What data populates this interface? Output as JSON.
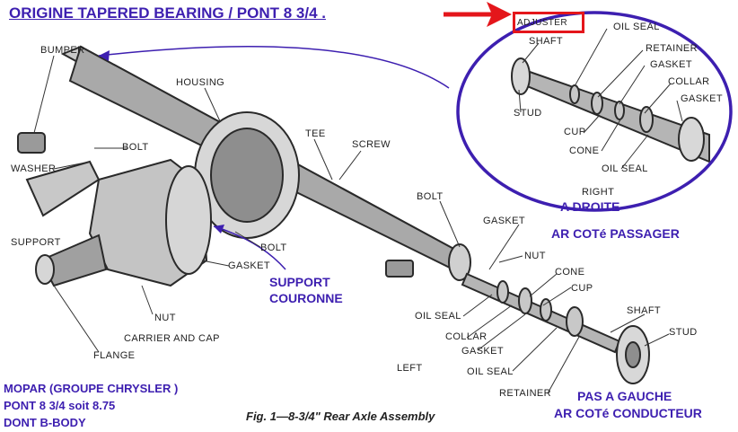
{
  "title": "ORIGINE TAPERED BEARING / PONT 8 3/4 .",
  "figure_caption": "Fig. 1—8-3/4\" Rear Axle Assembly",
  "labels": {
    "bumper": "BUMPER",
    "housing": "HOUSING",
    "bolt_top": "BOLT",
    "washer": "WASHER",
    "support": "SUPPORT",
    "tee": "TEE",
    "screw": "SCREW",
    "bolt_mid": "BOLT",
    "gasket_mid": "GASKET",
    "nut_left": "NUT",
    "carrier_and_cap": "CARRIER AND CAP",
    "flange": "FLANGE",
    "bolt_right": "BOLT",
    "gasket_right": "GASKET",
    "nut_right": "NUT",
    "cone_right": "CONE",
    "cup_right": "CUP",
    "oil_seal_right": "OIL SEAL",
    "collar_bottom": "COLLAR",
    "gasket_bottom": "GASKET",
    "oil_seal_bottom": "OIL SEAL",
    "retainer_bottom": "RETAINER",
    "shaft_bottom": "SHAFT",
    "stud_bottom": "STUD",
    "left": "LEFT",
    "right": "RIGHT"
  },
  "inset": {
    "adjuster": "ADJUSTER",
    "shaft": "SHAFT",
    "oil_seal": "OIL SEAL",
    "retainer": "RETAINER",
    "gasket_top": "GASKET",
    "collar": "COLLAR",
    "gasket": "GASKET",
    "stud": "STUD",
    "cup": "CUP",
    "cone": "CONE",
    "oil_seal_bottom": "OIL SEAL"
  },
  "annotations": {
    "support_couronne": [
      "SUPPORT",
      "COURONNE"
    ],
    "a_droite": "A DROITE",
    "ar_cote_passager": "AR COTé PASSAGER",
    "pas_a_gauche": "PAS A GAUCHE",
    "ar_cote_conducteur": "AR COTé CONDUCTEUR",
    "mopar_note": [
      "MOPAR (GROUPE CHRYSLER )",
      "PONT 8 3/4 soit 8.75",
      "DONT B-BODY"
    ]
  },
  "colors": {
    "annotation": "#3d1fb0",
    "highlight": "#e4161b",
    "drawing": "#2a2a2a"
  }
}
